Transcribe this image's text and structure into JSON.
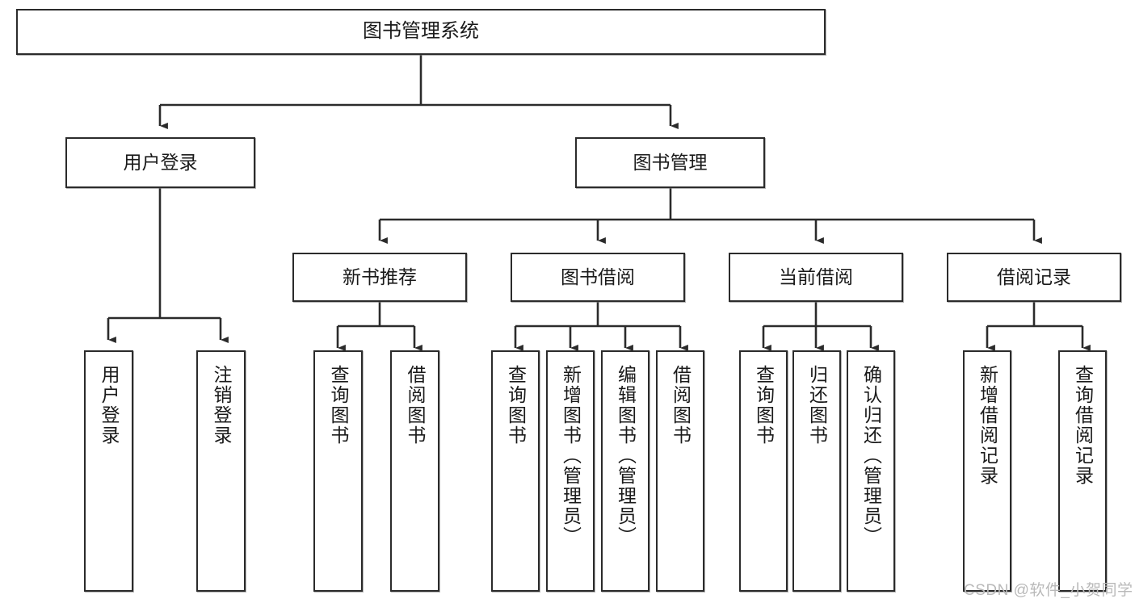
{
  "diagram": {
    "title": "图书管理系统",
    "type": "hierarchy-tree",
    "watermark": "CSDN @软件_小贺同学",
    "colors": {
      "box_border": "#2b2b2b",
      "box_fill": "#ffffff",
      "connector": "#2b2b2b",
      "text": "#1a1a1a",
      "watermark": "#b9b9b9"
    },
    "levels": {
      "level1": [
        {
          "id": "root",
          "label": "图书管理系统"
        }
      ],
      "level2": [
        {
          "id": "user-login",
          "label": "用户登录"
        },
        {
          "id": "book-management",
          "label": "图书管理"
        }
      ],
      "level3": [
        {
          "id": "new-book-recommend",
          "label": "新书推荐"
        },
        {
          "id": "book-borrow",
          "label": "图书借阅"
        },
        {
          "id": "current-borrow",
          "label": "当前借阅"
        },
        {
          "id": "borrow-record",
          "label": "借阅记录"
        }
      ],
      "level4": [
        {
          "id": "leaf-user-login",
          "label": "用户登录",
          "parent": "user-login"
        },
        {
          "id": "leaf-logout-login",
          "label": "注销登录",
          "parent": "user-login"
        },
        {
          "id": "leaf-query-book-1",
          "label": "查询图书",
          "parent": "new-book-recommend"
        },
        {
          "id": "leaf-borrow-book-1",
          "label": "借阅图书",
          "parent": "new-book-recommend"
        },
        {
          "id": "leaf-query-book-2",
          "label": "查询图书",
          "parent": "book-borrow"
        },
        {
          "id": "leaf-add-book",
          "label": "新增图书（管理员）",
          "parent": "book-borrow"
        },
        {
          "id": "leaf-edit-book",
          "label": "编辑图书（管理员）",
          "parent": "book-borrow"
        },
        {
          "id": "leaf-borrow-book-2",
          "label": "借阅图书",
          "parent": "book-borrow"
        },
        {
          "id": "leaf-query-book-3",
          "label": "查询图书",
          "parent": "current-borrow"
        },
        {
          "id": "leaf-return-book",
          "label": "归还图书",
          "parent": "current-borrow"
        },
        {
          "id": "leaf-confirm-return",
          "label": "确认归还（管理员）",
          "parent": "current-borrow"
        },
        {
          "id": "leaf-add-record",
          "label": "新增借阅记录",
          "parent": "borrow-record"
        },
        {
          "id": "leaf-query-record",
          "label": "查询借阅记录",
          "parent": "borrow-record"
        }
      ]
    }
  }
}
